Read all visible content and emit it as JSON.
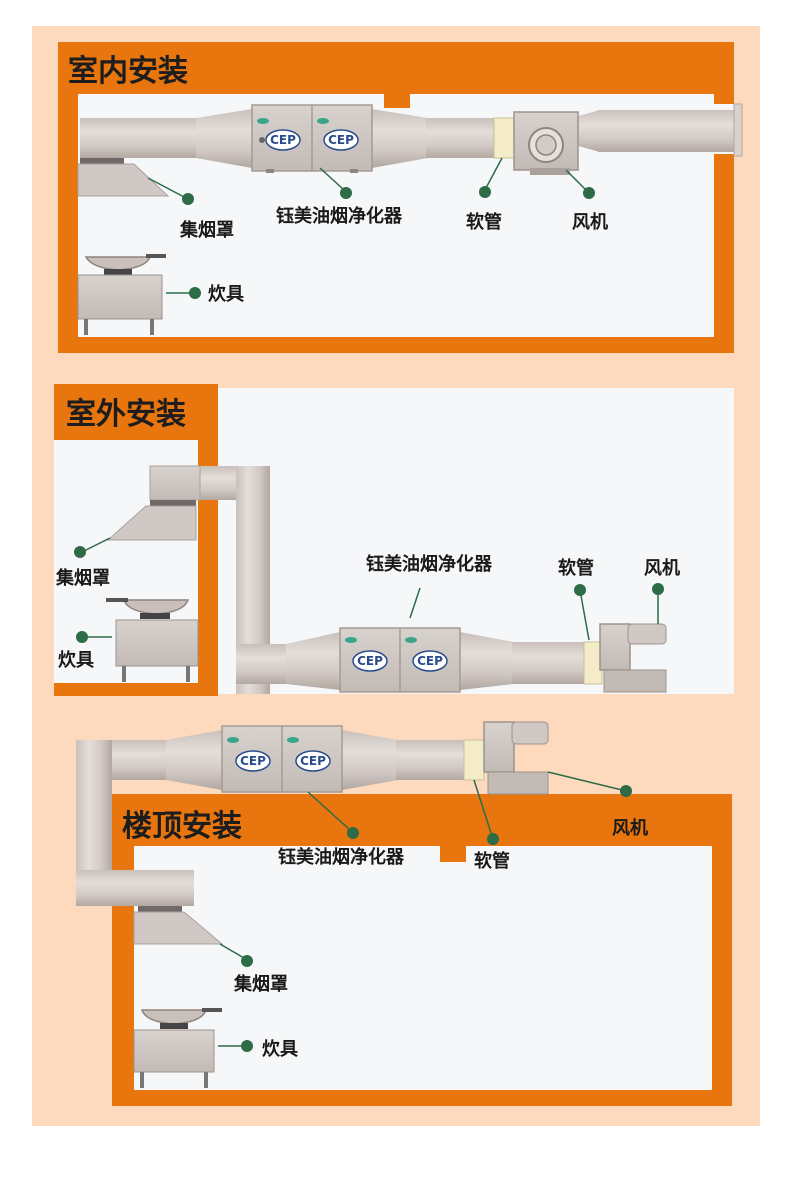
{
  "sections": {
    "indoor": {
      "title": "室内安装",
      "hood": "集烟罩",
      "purifier": "钰美油烟净化器",
      "hose": "软管",
      "fan": "风机",
      "stove": "炊具"
    },
    "outdoor": {
      "title": "室外安装",
      "hood": "集烟罩",
      "purifier": "钰美油烟净化器",
      "hose": "软管",
      "fan": "风机",
      "stove": "炊具"
    },
    "rooftop": {
      "title": "楼顶安装",
      "hood": "集烟罩",
      "purifier": "钰美油烟净化器",
      "hose": "软管",
      "fan": "风机",
      "stove": "炊具"
    }
  },
  "brand": {
    "logo_text": "CEP"
  },
  "colors": {
    "background": "#FDD9BE",
    "frame": "#E8750E",
    "room": "#F6F7F9",
    "duct": "#D9D1CD",
    "duct_dark": "#B7ACA7",
    "equipment": "#CFC8C4",
    "leader": "#2E6B47"
  }
}
